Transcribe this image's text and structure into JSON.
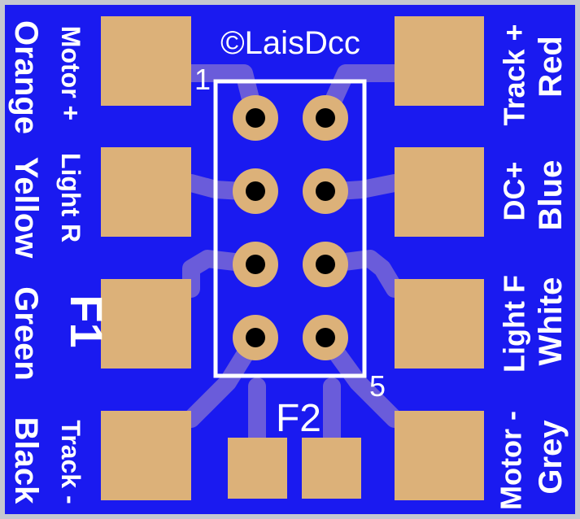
{
  "colors": {
    "board": "#1a1af0",
    "border": "#c5c8d0",
    "pad": "#dcb179",
    "trace": "#6a5cda",
    "silk": "#ffffff",
    "hole": "#000000"
  },
  "copyright": "©LaisDcc",
  "pin_labels": {
    "first": "1",
    "fifth": "5"
  },
  "function_labels": {
    "f1": "F1",
    "f2": "F2"
  },
  "left_pads": [
    {
      "function": "Motor +",
      "color": "Orange"
    },
    {
      "function": "Light R",
      "color": "Yellow"
    },
    {
      "function": "",
      "color": "Green"
    },
    {
      "function": "Track -",
      "color": "Black"
    }
  ],
  "right_pads": [
    {
      "function": "Track +",
      "color": "Red"
    },
    {
      "function": "DC+",
      "color": "Blue"
    },
    {
      "function": "Light F",
      "color": "White"
    },
    {
      "function": "Motor -",
      "color": "Grey"
    }
  ],
  "connector": {
    "rows": 4,
    "columns": 2
  }
}
